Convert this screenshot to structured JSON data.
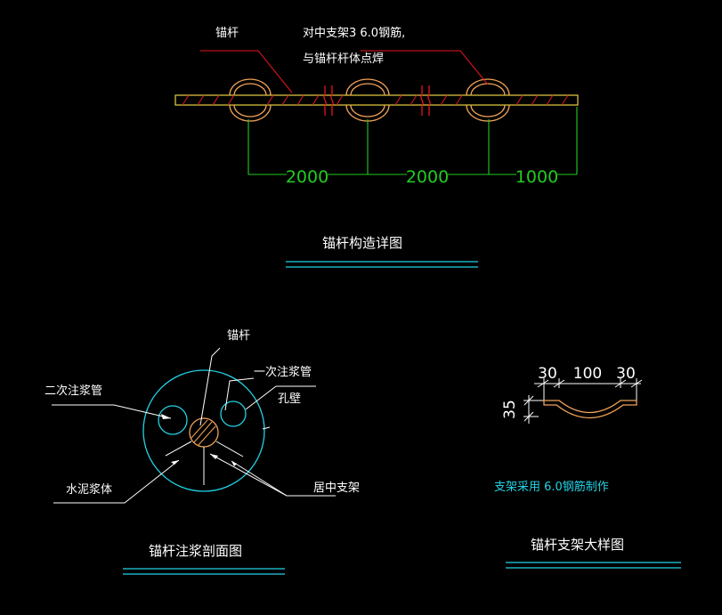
{
  "colors": {
    "background": "#000000",
    "red": "#e8141e",
    "green": "#22cc22",
    "cyan": "#22d3e6",
    "yellow": "#e8d040",
    "orange": "#f3a45a",
    "white": "#ffffff"
  },
  "detail": {
    "label_anchor": "锚杆",
    "label_support_1": "对中支架3  6.0钢筋,",
    "label_support_2": "与锚杆杆体点焊",
    "dim_1": "2000",
    "dim_2": "2000",
    "dim_3": "1000",
    "title": "锚杆构造详图"
  },
  "section": {
    "label_anchor": "锚杆",
    "label_first_grout": "一次注浆管",
    "label_second_grout": "二次注浆管",
    "label_hole_wall": "孔壁",
    "label_cement": "水泥浆体",
    "label_centering": "居中支架",
    "title": "锚杆注浆剖面图"
  },
  "bracket": {
    "dim_left": "30",
    "dim_mid": "100",
    "dim_right": "30",
    "dim_height": "35",
    "note": "支架采用  6.0钢筋制作",
    "title": "锚杆支架大样图"
  }
}
